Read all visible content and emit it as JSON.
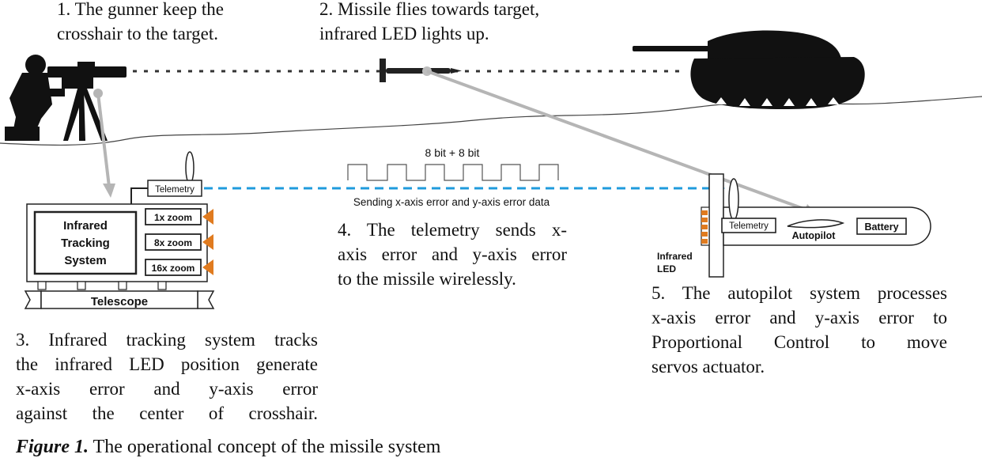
{
  "steps": {
    "s1": {
      "line1": "1. The gunner keep the",
      "line2": "crosshair to the target."
    },
    "s2": {
      "line1": "2. Missile flies towards target,",
      "line2": "infrared LED lights up."
    },
    "s3": {
      "lines": [
        "3. Infrared tracking system tracks",
        "the infrared LED position generate",
        "x-axis error and y-axis error",
        "against the center of crosshair."
      ]
    },
    "s4": {
      "lines": [
        "4. The telemetry sends x-",
        "axis error and y-axis error",
        "to the missile wirelessly."
      ]
    },
    "s5": {
      "lines": [
        "5. The autopilot system processes",
        "x-axis error and y-axis error to",
        "Proportional Control to move",
        "servos actuator."
      ]
    }
  },
  "ground_station": {
    "telemetry_label": "Telemetry",
    "tracking_label_1": "Infrared",
    "tracking_label_2": "Tracking",
    "tracking_label_3": "System",
    "zoom_1": "1x zoom",
    "zoom_2": "8x zoom",
    "zoom_3": "16x zoom",
    "telescope_label": "Telescope",
    "lens_color": "#e07b1f"
  },
  "signal": {
    "bits_label": "8 bit + 8 bit",
    "sending_label": "Sending x-axis error and y-axis error data",
    "link_color": "#1f9bdc"
  },
  "missile": {
    "telemetry_label": "Telemetry",
    "autopilot_label": "Autopilot",
    "battery_label": "Battery",
    "led_label_1": "Infrared",
    "led_label_2": "LED",
    "led_color": "#e07b1f"
  },
  "figure_caption": {
    "prefix": "Figure 1.",
    "text": " The operational concept of the missile system"
  }
}
